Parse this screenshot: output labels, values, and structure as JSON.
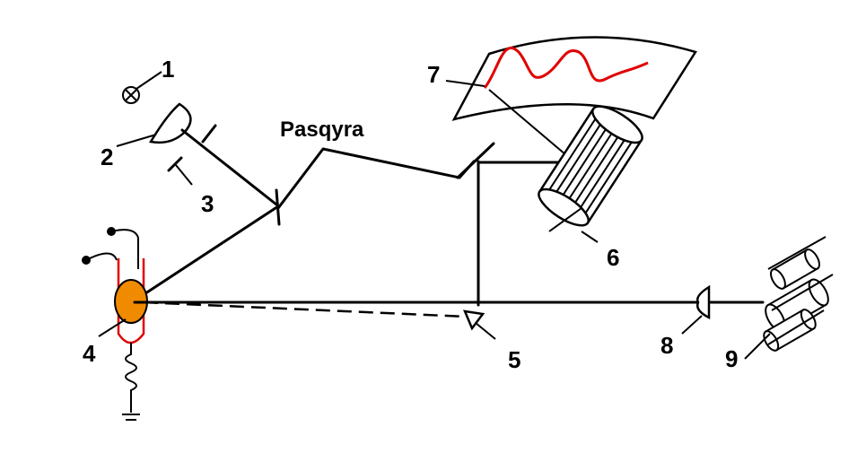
{
  "labels": {
    "l1": "1",
    "l2": "2",
    "l3": "3",
    "l4": "4",
    "l5": "5",
    "l6": "6",
    "l7": "7",
    "l8": "8",
    "l9": "9",
    "mirror": "Pasqyra"
  },
  "colors": {
    "line": "#000000",
    "signal": "#e00000",
    "sample": "#f08a00",
    "wire": "#e00000"
  },
  "icons": {
    "lamp": "lamp-cross-icon",
    "galvanometer": "galvanometer-icon",
    "drum": "rotating-drum-icon",
    "rollers": "film-rollers-icon"
  }
}
